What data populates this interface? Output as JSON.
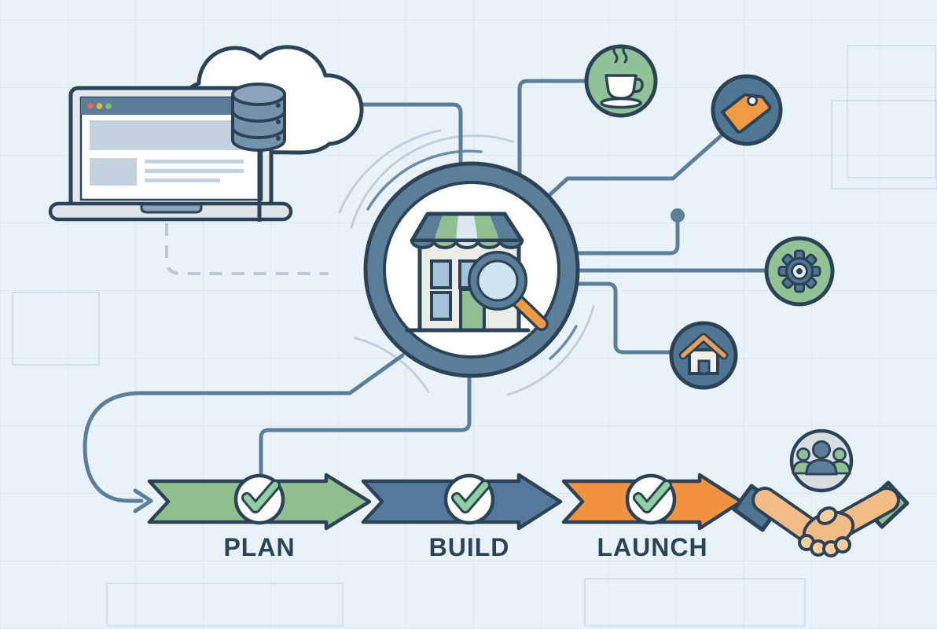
{
  "meta": {
    "description": "Flat illustration: laptop with cloud and database linked to a storefront-search hub, connected to coffee, price-tag, gear and home nodes, flowing into PLAN, BUILD, LAUNCH steps that end in a handshake"
  },
  "steps": [
    {
      "label": "PLAN",
      "color": "#8fbf8f",
      "badge": "checkmark-icon"
    },
    {
      "label": "BUILD",
      "color": "#54799c",
      "badge": "checkmark-icon"
    },
    {
      "label": "LAUNCH",
      "color": "#f0923f",
      "badge": "checkmark-icon"
    }
  ],
  "hub": {
    "icon": "storefront-magnifier-icon"
  },
  "nodes": [
    {
      "icon": "coffee-cup-icon",
      "fill": "#8fc296"
    },
    {
      "icon": "price-tag-icon",
      "fill": "#4f7693"
    },
    {
      "icon": "gear-icon",
      "fill": "#90c295"
    },
    {
      "icon": "home-icon",
      "fill": "#4f7693"
    },
    {
      "icon": "team-icon",
      "fill": "#d8dde2"
    }
  ],
  "objects": [
    {
      "icon": "laptop-icon"
    },
    {
      "icon": "cloud-icon"
    },
    {
      "icon": "database-icon"
    },
    {
      "icon": "handshake-icon"
    }
  ],
  "colors": {
    "background": "#e9f2f8",
    "outline": "#2b4257",
    "connector": "#5b7e99",
    "green": "#8fbf93",
    "blue": "#54799c",
    "orange": "#f0923f",
    "text": "#2c4257"
  }
}
